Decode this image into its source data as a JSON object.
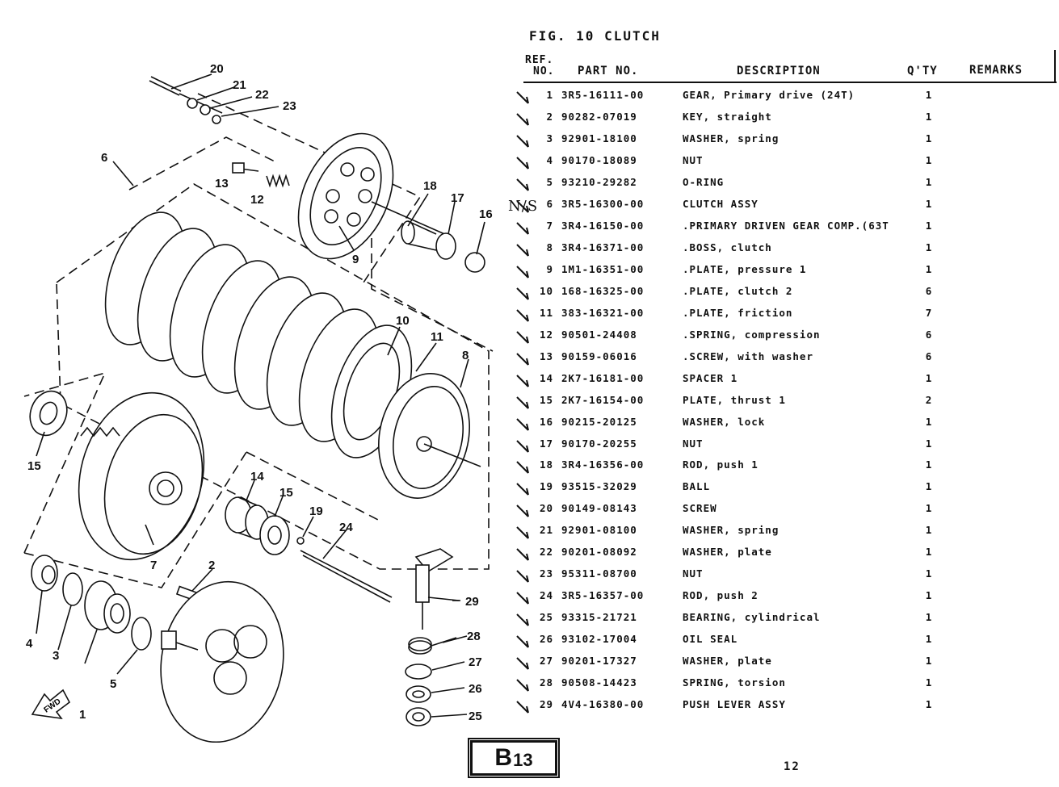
{
  "figure": {
    "title": "FIG. 10  CLUTCH",
    "page_code_letter": "B",
    "page_code_number": "13",
    "page_number": "12"
  },
  "headers": {
    "ref_line1": "REF.",
    "ref_line2": "NO.",
    "part_no": "PART NO.",
    "description": "DESCRIPTION",
    "qty": "Q'TY",
    "remarks": "REMARKS"
  },
  "row_annotation": "N/S",
  "parts": [
    {
      "ref": "1",
      "part_no": "3R5-16111-00",
      "description": "GEAR, Primary drive (24T)",
      "qty": "1",
      "remarks": ""
    },
    {
      "ref": "2",
      "part_no": "90282-07019",
      "description": "KEY, straight",
      "qty": "1",
      "remarks": ""
    },
    {
      "ref": "3",
      "part_no": "92901-18100",
      "description": "WASHER, spring",
      "qty": "1",
      "remarks": ""
    },
    {
      "ref": "4",
      "part_no": "90170-18089",
      "description": "NUT",
      "qty": "1",
      "remarks": ""
    },
    {
      "ref": "5",
      "part_no": "93210-29282",
      "description": "O-RING",
      "qty": "1",
      "remarks": ""
    },
    {
      "ref": "6",
      "part_no": "3R5-16300-00",
      "description": "CLUTCH ASSY",
      "qty": "1",
      "remarks": ""
    },
    {
      "ref": "7",
      "part_no": "3R4-16150-00",
      "description": ".PRIMARY DRIVEN GEAR COMP.(63T",
      "qty": "1",
      "remarks": ""
    },
    {
      "ref": "8",
      "part_no": "3R4-16371-00",
      "description": ".BOSS, clutch",
      "qty": "1",
      "remarks": ""
    },
    {
      "ref": "9",
      "part_no": "1M1-16351-00",
      "description": ".PLATE, pressure 1",
      "qty": "1",
      "remarks": ""
    },
    {
      "ref": "10",
      "part_no": "168-16325-00",
      "description": ".PLATE, clutch 2",
      "qty": "6",
      "remarks": ""
    },
    {
      "ref": "11",
      "part_no": "383-16321-00",
      "description": ".PLATE, friction",
      "qty": "7",
      "remarks": ""
    },
    {
      "ref": "12",
      "part_no": "90501-24408",
      "description": ".SPRING, compression",
      "qty": "6",
      "remarks": ""
    },
    {
      "ref": "13",
      "part_no": "90159-06016",
      "description": ".SCREW, with washer",
      "qty": "6",
      "remarks": ""
    },
    {
      "ref": "14",
      "part_no": "2K7-16181-00",
      "description": "SPACER 1",
      "qty": "1",
      "remarks": ""
    },
    {
      "ref": "15",
      "part_no": "2K7-16154-00",
      "description": "PLATE, thrust 1",
      "qty": "2",
      "remarks": ""
    },
    {
      "ref": "16",
      "part_no": "90215-20125",
      "description": "WASHER, lock",
      "qty": "1",
      "remarks": ""
    },
    {
      "ref": "17",
      "part_no": "90170-20255",
      "description": "NUT",
      "qty": "1",
      "remarks": ""
    },
    {
      "ref": "18",
      "part_no": "3R4-16356-00",
      "description": "ROD, push 1",
      "qty": "1",
      "remarks": ""
    },
    {
      "ref": "19",
      "part_no": "93515-32029",
      "description": "BALL",
      "qty": "1",
      "remarks": ""
    },
    {
      "ref": "20",
      "part_no": "90149-08143",
      "description": "SCREW",
      "qty": "1",
      "remarks": ""
    },
    {
      "ref": "21",
      "part_no": "92901-08100",
      "description": "WASHER, spring",
      "qty": "1",
      "remarks": ""
    },
    {
      "ref": "22",
      "part_no": "90201-08092",
      "description": "WASHER, plate",
      "qty": "1",
      "remarks": ""
    },
    {
      "ref": "23",
      "part_no": "95311-08700",
      "description": "NUT",
      "qty": "1",
      "remarks": ""
    },
    {
      "ref": "24",
      "part_no": "3R5-16357-00",
      "description": "ROD, push 2",
      "qty": "1",
      "remarks": ""
    },
    {
      "ref": "25",
      "part_no": "93315-21721",
      "description": "BEARING, cylindrical",
      "qty": "1",
      "remarks": ""
    },
    {
      "ref": "26",
      "part_no": "93102-17004",
      "description": "OIL SEAL",
      "qty": "1",
      "remarks": ""
    },
    {
      "ref": "27",
      "part_no": "90201-17327",
      "description": "WASHER, plate",
      "qty": "1",
      "remarks": ""
    },
    {
      "ref": "28",
      "part_no": "90508-14423",
      "description": "SPRING, torsion",
      "qty": "1",
      "remarks": ""
    },
    {
      "ref": "29",
      "part_no": "4V4-16380-00",
      "description": "PUSH LEVER ASSY",
      "qty": "1",
      "remarks": ""
    }
  ],
  "diagram": {
    "callouts": [
      "1",
      "2",
      "3",
      "4",
      "5",
      "6",
      "7",
      "8",
      "9",
      "10",
      "11",
      "12",
      "13",
      "14",
      "15",
      "15",
      "16",
      "17",
      "18",
      "19",
      "20",
      "21",
      "22",
      "23",
      "24",
      "25",
      "26",
      "27",
      "28",
      "29"
    ],
    "fwd_label": "FWD"
  }
}
